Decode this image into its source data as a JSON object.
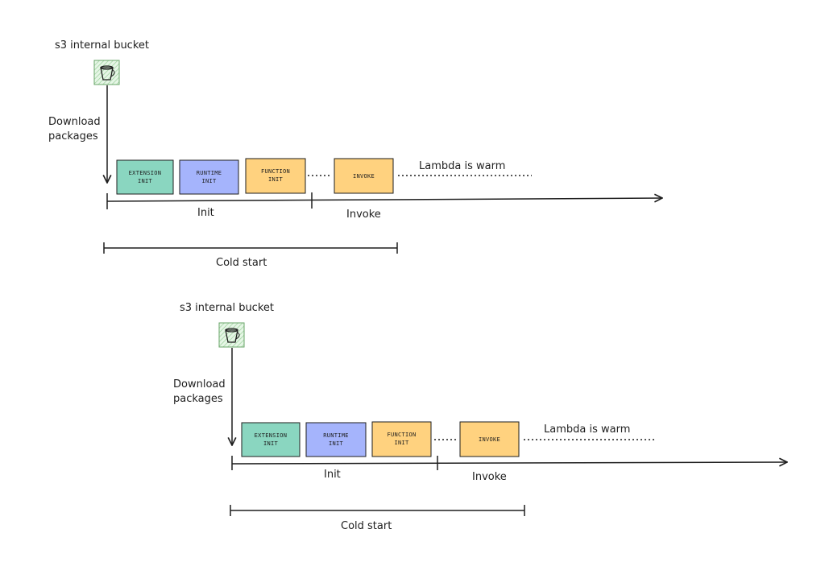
{
  "colors": {
    "extension": "#8ad6c0",
    "runtime": "#a5b4fc",
    "function": "#ffd27f",
    "invoke": "#ffd27f",
    "bucket_fill": "#c8ecc8",
    "stroke": "#1e1e1e"
  },
  "icons": [
    "bucket-icon"
  ],
  "diagrams": [
    {
      "bucket_label": "s3 internal bucket",
      "download_label": [
        "Download",
        "packages"
      ],
      "boxes": {
        "extension": [
          "EXTENSION",
          "INIT"
        ],
        "runtime": [
          "RUNTIME",
          "INIT"
        ],
        "function": [
          "FUNCTION",
          "INIT"
        ],
        "invoke": [
          "INVOKE"
        ]
      },
      "warm_label": "Lambda is warm",
      "init_label": "Init",
      "invoke_label": "Invoke",
      "cold_start_label": "Cold start"
    },
    {
      "bucket_label": "s3 internal bucket",
      "download_label": [
        "Download",
        "packages"
      ],
      "boxes": {
        "extension": [
          "EXTENSION",
          "INIT"
        ],
        "runtime": [
          "RUNTIME",
          "INIT"
        ],
        "function": [
          "FUNCTION",
          "INIT"
        ],
        "invoke": [
          "INVOKE"
        ]
      },
      "warm_label": "Lambda is warm",
      "init_label": "Init",
      "invoke_label": "Invoke",
      "cold_start_label": "Cold start"
    }
  ]
}
